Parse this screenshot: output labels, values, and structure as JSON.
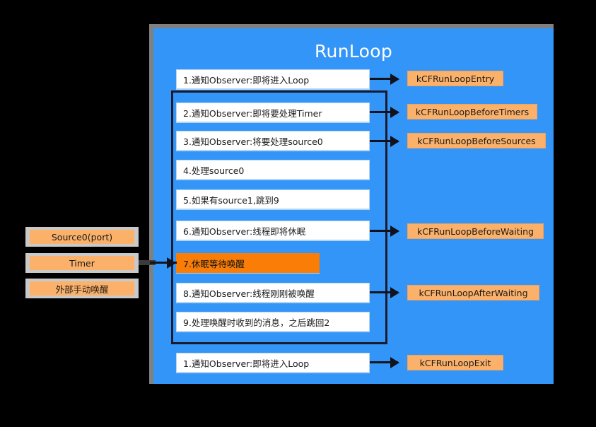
{
  "diagram": {
    "title": "RunLoop",
    "background_color": "#000000",
    "panel_color": "#3395f7",
    "accent_orange": "#fcb16a",
    "highlight_orange": "#f97d07",
    "panel_shadow_color": "#808080"
  },
  "sources": [
    {
      "label": "Source0(port)"
    },
    {
      "label": "Timer"
    },
    {
      "label": "外部手动唤醒"
    }
  ],
  "steps": [
    {
      "label": "1.通知Observer:即将进入Loop",
      "highlight": false
    },
    {
      "label": "2.通知Observer:即将要处理Timer",
      "highlight": false
    },
    {
      "label": "3.通知Observer:将要处理source0",
      "highlight": false
    },
    {
      "label": "4.处理source0",
      "highlight": false
    },
    {
      "label": "5.如果有source1,跳到9",
      "highlight": false
    },
    {
      "label": "6.通知Observer:线程即将休眠",
      "highlight": false
    },
    {
      "label": "7.休眠等待唤醒",
      "highlight": true
    },
    {
      "label": "8.通知Observer:线程刚刚被唤醒",
      "highlight": false
    },
    {
      "label": "9.处理唤醒时收到的消息，之后跳回2",
      "highlight": false
    },
    {
      "label": "1.通知Observer:即将进入Loop",
      "highlight": false
    }
  ],
  "events": [
    {
      "label": "kCFRunLoopEntry"
    },
    {
      "label": "kCFRunLoopBeforeTimers"
    },
    {
      "label": "kCFRunLoopBeforeSources"
    },
    {
      "label": "kCFRunLoopBeforeWaiting"
    },
    {
      "label": "kCFRunLoopAfterWaiting"
    },
    {
      "label": "kCFRunLoopExit"
    }
  ]
}
